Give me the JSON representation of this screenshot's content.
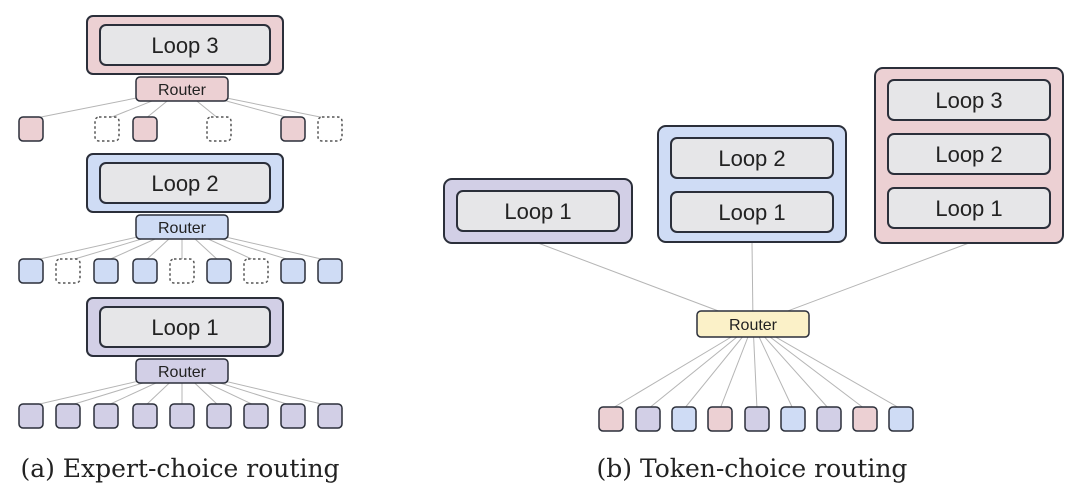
{
  "colors": {
    "loop1": "#d2cfe6",
    "loop2": "#cfdcf5",
    "loop3": "#ecd0d3",
    "router_b": "#fbf1c8",
    "inner_box": "#e6e6e8",
    "stroke": "#2b2f3a",
    "line": "#b5b5b5"
  },
  "panel_a": {
    "stages": [
      {
        "loop_label": "Loop 3",
        "router_label": "Router",
        "color": "loop3",
        "tokens": [
          "loop3",
          "empty",
          "loop3",
          "empty",
          "loop3",
          "empty"
        ]
      },
      {
        "loop_label": "Loop 2",
        "router_label": "Router",
        "color": "loop2",
        "tokens": [
          "loop2",
          "empty",
          "loop2",
          "loop2",
          "empty",
          "loop2",
          "empty",
          "loop2",
          "loop2"
        ]
      },
      {
        "loop_label": "Loop 1",
        "router_label": "Router",
        "color": "loop1",
        "tokens": [
          "loop1",
          "loop1",
          "loop1",
          "loop1",
          "loop1",
          "loop1",
          "loop1",
          "loop1",
          "loop1"
        ]
      }
    ],
    "caption": "(a) Expert-choice routing"
  },
  "panel_b": {
    "groups": [
      {
        "color": "loop1",
        "loops": [
          "Loop 1"
        ]
      },
      {
        "color": "loop2",
        "loops": [
          "Loop 2",
          "Loop 1"
        ]
      },
      {
        "color": "loop3",
        "loops": [
          "Loop 3",
          "Loop 2",
          "Loop 1"
        ]
      }
    ],
    "router_label": "Router",
    "tokens": [
      "loop3",
      "loop1",
      "loop2",
      "loop3",
      "loop1",
      "loop2",
      "loop1",
      "loop3",
      "loop2"
    ],
    "caption": "(b) Token-choice routing"
  }
}
